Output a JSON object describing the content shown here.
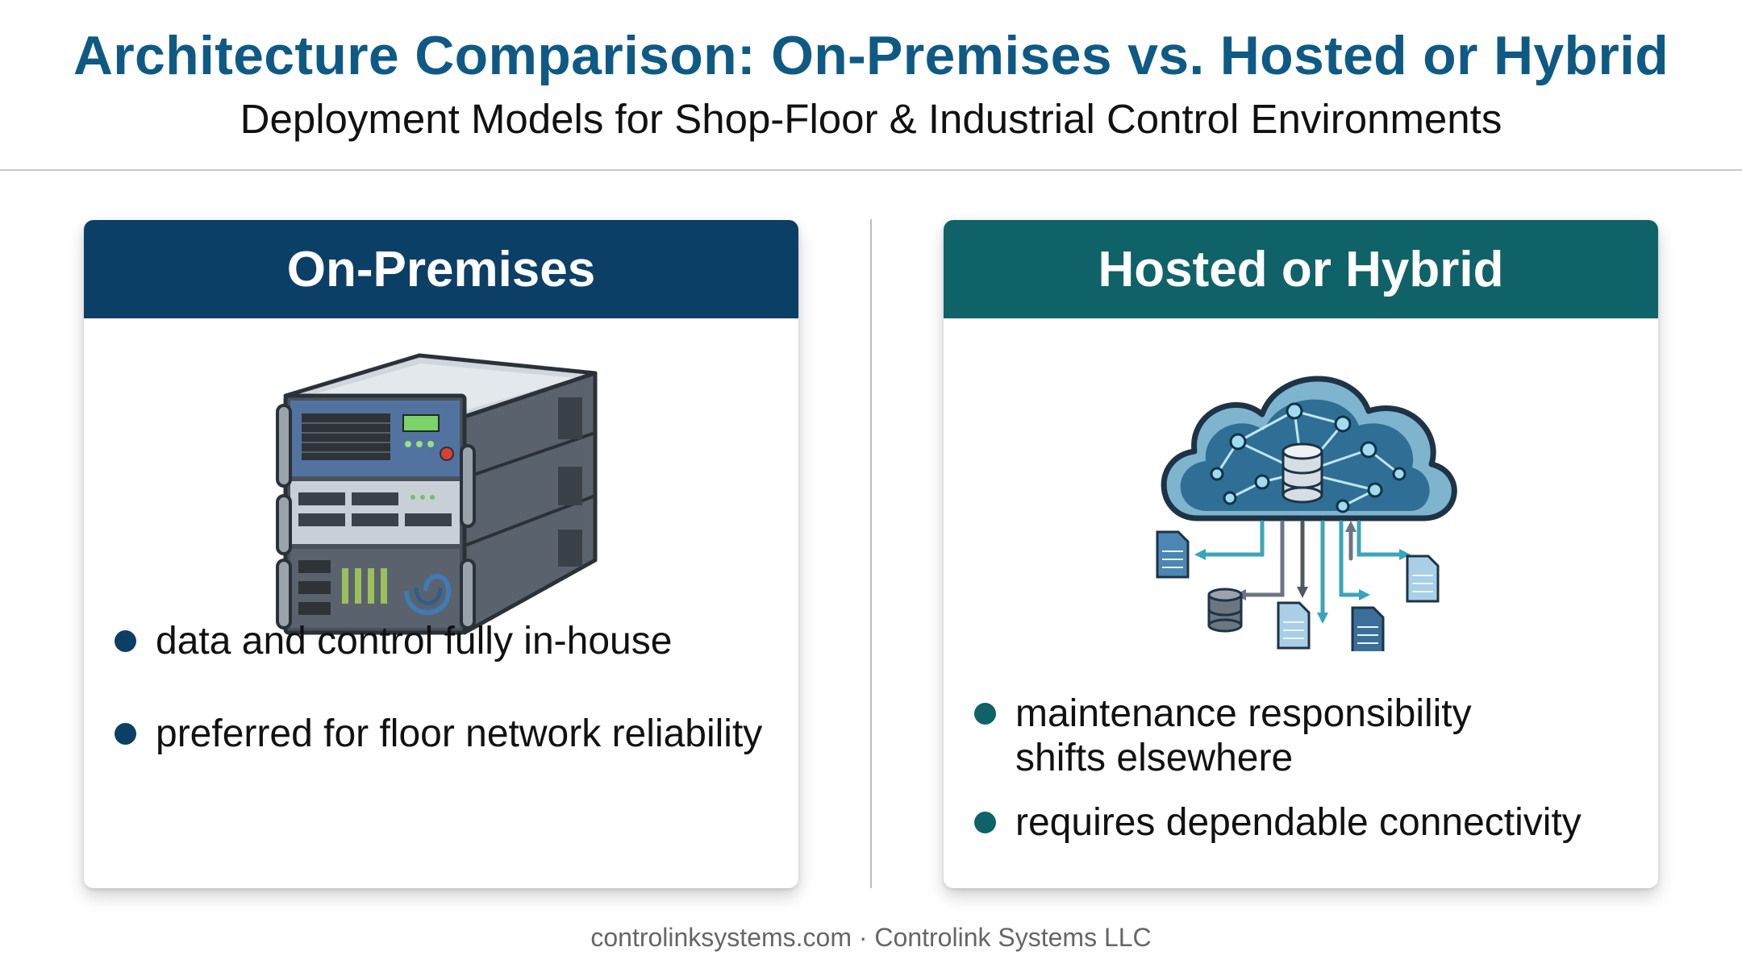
{
  "title": "Architecture Comparison: On-Premises vs. Hosted or Hybrid",
  "subtitle": "Deployment Models for Shop-Floor & Industrial Control Environments",
  "panels": {
    "left": {
      "heading": "On-Premises",
      "icon": "server-rack-icon",
      "bullets": [
        "data and control fully in-house",
        "preferred for floor network reliability"
      ]
    },
    "right": {
      "heading": "Hosted or Hybrid",
      "icon": "cloud-network-icon",
      "bullets": [
        "maintenance responsibility shifts elsewhere",
        "requires dependable connectivity"
      ]
    }
  },
  "footer": "controlinksystems.com · Controlink Systems LLC",
  "colors": {
    "title": "#0f5a84",
    "left_header": "#0b3f66",
    "right_header": "#0e6268"
  }
}
